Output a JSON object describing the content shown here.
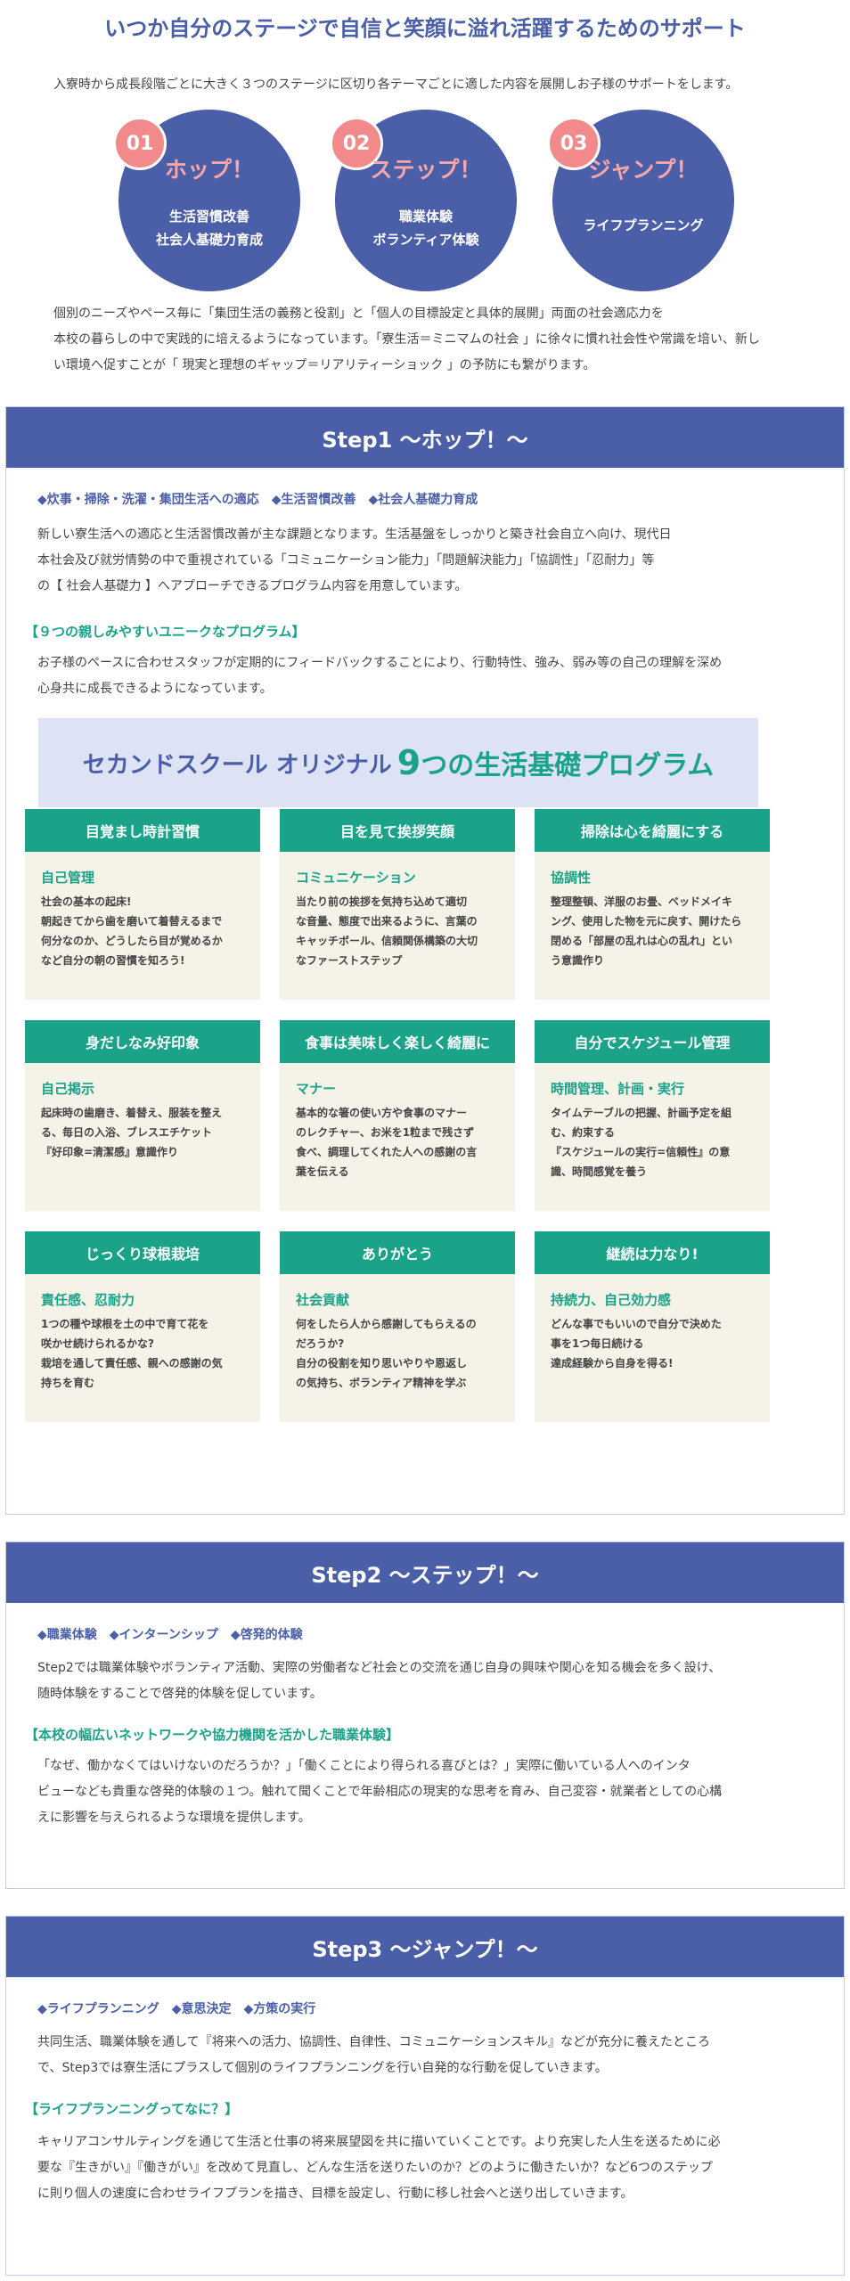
{
  "header": {
    "title": "いつか自分のステージで自信と笑顔に溢れ活躍するためのサポート",
    "intro": "入寮時から成長段階ごとに大きく３つのステージに区切り各テーマごとに適した内容を展開しお子様のサポートをします。"
  },
  "stages": [
    {
      "num": "01",
      "name": "ホップ！",
      "sub": "生活習慣改善\n社会人基礎力育成"
    },
    {
      "num": "02",
      "name": "ステップ！",
      "sub": "職業体験\nボランティア体験"
    },
    {
      "num": "03",
      "name": "ジャンプ！",
      "sub": "ライフプランニング"
    }
  ],
  "summary": {
    "line1": "個別のニーズやペース毎に「集団生活の義務と役割」と「個人の目標設定と具体的展開」両面の社会適応力を",
    "line2": "本校の暮らしの中で実践的に培えるようになっています。「寮生活＝ミニマムの社会 」に徐々に慣れ社会性や常識を培い、新し",
    "line3": "い環境へ促すことが「 現実と理想のギャップ＝リアリティーショック 」の予防にも繋がります。"
  },
  "step1": {
    "heading": "Step1 ～ホップ！～",
    "keywords": "◆炊事・掃除・洗濯・集団生活への適応　◆生活習慣改善　◆社会人基礎力育成",
    "body": {
      "line1": "新しい寮生活への適応と生活習慣改善が主な課題となります。生活基盤をしっかりと築き社会自立へ向け、現代日",
      "line2": "本社会及び就労情勢の中で重視されている「コミュニケーション能力」「問題解決能力」「協調性」「忍耐力」等",
      "line3": "の【 社会人基礎力 】へアプローチできるプログラム内容を用意しています。"
    },
    "sub_heading": "【９つの親しみやすいユニークなプログラム】",
    "sub_body": {
      "line1": "お子様のペースに合わせスタッフが定期的にフィードバックすることにより、行動特性、強み、弱み等の自己の理解を深め",
      "line2": "心身共に成長できるようになっています。"
    },
    "banner": {
      "prefix": "セカンドスクール オリジナル",
      "number": "9",
      "suffix": "つの生活基礎プログラム"
    },
    "programs": [
      {
        "title": "目覚まし時計習慣",
        "skill": "自己管理",
        "text": "社会の基本の起床!\n朝起きてから歯を磨いて着替えるまで\n何分なのか、どうしたら目が覚めるか\nなど自分の朝の習慣を知ろう!"
      },
      {
        "title": "目を見て挨拶笑顔",
        "skill": "コミュニケーション",
        "text": "当たり前の挨拶を気持ち込めて適切\nな音量、態度で出来るように、言葉の\nキャッチボール、信頼関係構築の大切\nなファーストステップ"
      },
      {
        "title": "掃除は心を綺麗にする",
        "skill": "協調性",
        "text": "整理整頓、洋服のお畳、ベッドメイキ\nング、使用した物を元に戻す、開けたら\n閉める「部屋の乱れは心の乱れ」とい\nう意識作り"
      },
      {
        "title": "身だしなみ好印象",
        "skill": "自己掲示",
        "text": "起床時の歯磨き、着替え、服装を整え\nる、毎日の入浴、ブレスエチケット\n『好印象=清潔感』意識作り"
      },
      {
        "title": "食事は美味しく楽しく綺麗に",
        "skill": "マナー",
        "text": "基本的な箸の使い方や食事のマナー\nのレクチャー、お米を1粒まで残さず\n食べ、調理してくれた人への感謝の言\n葉を伝える"
      },
      {
        "title": "自分でスケジュール管理",
        "skill": "時間管理、計画・実行",
        "text": "タイムテーブルの把握、計画予定を組\nむ、約束する\n『スケジュールの実行=信頼性』の意\n識、時間感覚を養う"
      },
      {
        "title": "じっくり球根栽培",
        "skill": "責任感、忍耐力",
        "text": "1つの種や球根を土の中で育て花を\n咲かせ続けられるかな?\n栽培を通して責任感、親への感謝の気\n持ちを育む"
      },
      {
        "title": "ありがとう",
        "skill": "社会貢献",
        "text": "何をしたら人から感謝してもらえるの\nだろうか?\n自分の役割を知り思いやりや恩返し\nの気持ち、ボランティア精神を学ぶ"
      },
      {
        "title": "継続は力なり!",
        "skill": "持続力、自己効力感",
        "text": "どんな事でもいいので自分で決めた\n事を1つ毎日続ける\n達成経験から自身を得る!"
      }
    ]
  },
  "step2": {
    "heading": "Step2 ～ステップ！～",
    "keywords": "◆職業体験　◆インターンシップ　◆啓発的体験",
    "body": {
      "line1": "Step2では職業体験やボランティア活動、実際の労働者など社会との交流を通じ自身の興味や関心を知る機会を多く設け、",
      "line2": "随時体験をすることで啓発的体験を促しています。"
    },
    "sub_heading": "【本校の幅広いネットワークや協力機関を活かした職業体験】",
    "sub_body": {
      "line1": "「なぜ、働かなくてはいけないのだろうか？」「働くことにより得られる喜びとは？」実際に働いている人へのインタ",
      "line2": "ビューなども貴重な啓発的体験の１つ。触れて聞くことで年齢相応の現実的な思考を育み、自己変容・就業者としての心構",
      "line3": "えに影響を与えられるような環境を提供します。"
    }
  },
  "step3": {
    "heading": "Step3 ～ジャンプ！～",
    "keywords": "◆ライフプランニング　◆意思決定　◆方策の実行",
    "body": {
      "line1": "共同生活、職業体験を通して『将来への活力、協調性、自律性、コミュニケーションスキル』などが充分に養えたところ",
      "line2": "で、Step3では寮生活にプラスして個別のライフプランニングを行い自発的な行動を促していきます。"
    },
    "sub_heading": "【ライフプランニングってなに？】",
    "sub_body": {
      "line1": "キャリアコンサルティングを通じて生活と仕事の将来展望図を共に描いていくことです。より充実した人生を送るために必",
      "line2": "要な『生きがい』『働きがい』を改めて見直し、どんな生活を送りたいのか？どのように働きたいか？など6つのステップ",
      "line3": "に則り個人の速度に合わせライフプランを描き、目標を設定し、行動に移し社会へと送り出していきます。"
    }
  },
  "colors": {
    "primary": "#4a5fa8",
    "accent_green": "#1aa389",
    "accent_pink": "#f28a8c",
    "card_bg": "#f5f2e8",
    "banner_bg": "#dde3f4"
  }
}
